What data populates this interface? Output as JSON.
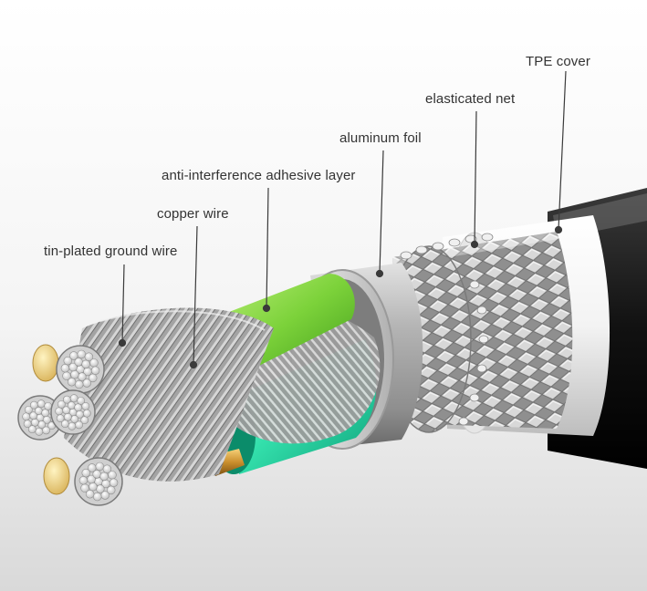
{
  "labels": {
    "tpe_cover": "TPE cover",
    "elasticated_net": "elasticated net",
    "aluminum_foil": "aluminum foil",
    "adhesive_layer": "anti-interference adhesive layer",
    "copper_wire": "copper wire",
    "ground_wire": "tin-plated ground wire"
  },
  "colors": {
    "tpe": "#f2f2f2",
    "outer_black": "#1a1a1a",
    "foil": "#a9a9a9",
    "braid": "#c4c4c4",
    "green": "#7fd13b",
    "teal": "#2ee0ac",
    "copper": "#c98e2c",
    "strand": "#9a9a9a"
  }
}
